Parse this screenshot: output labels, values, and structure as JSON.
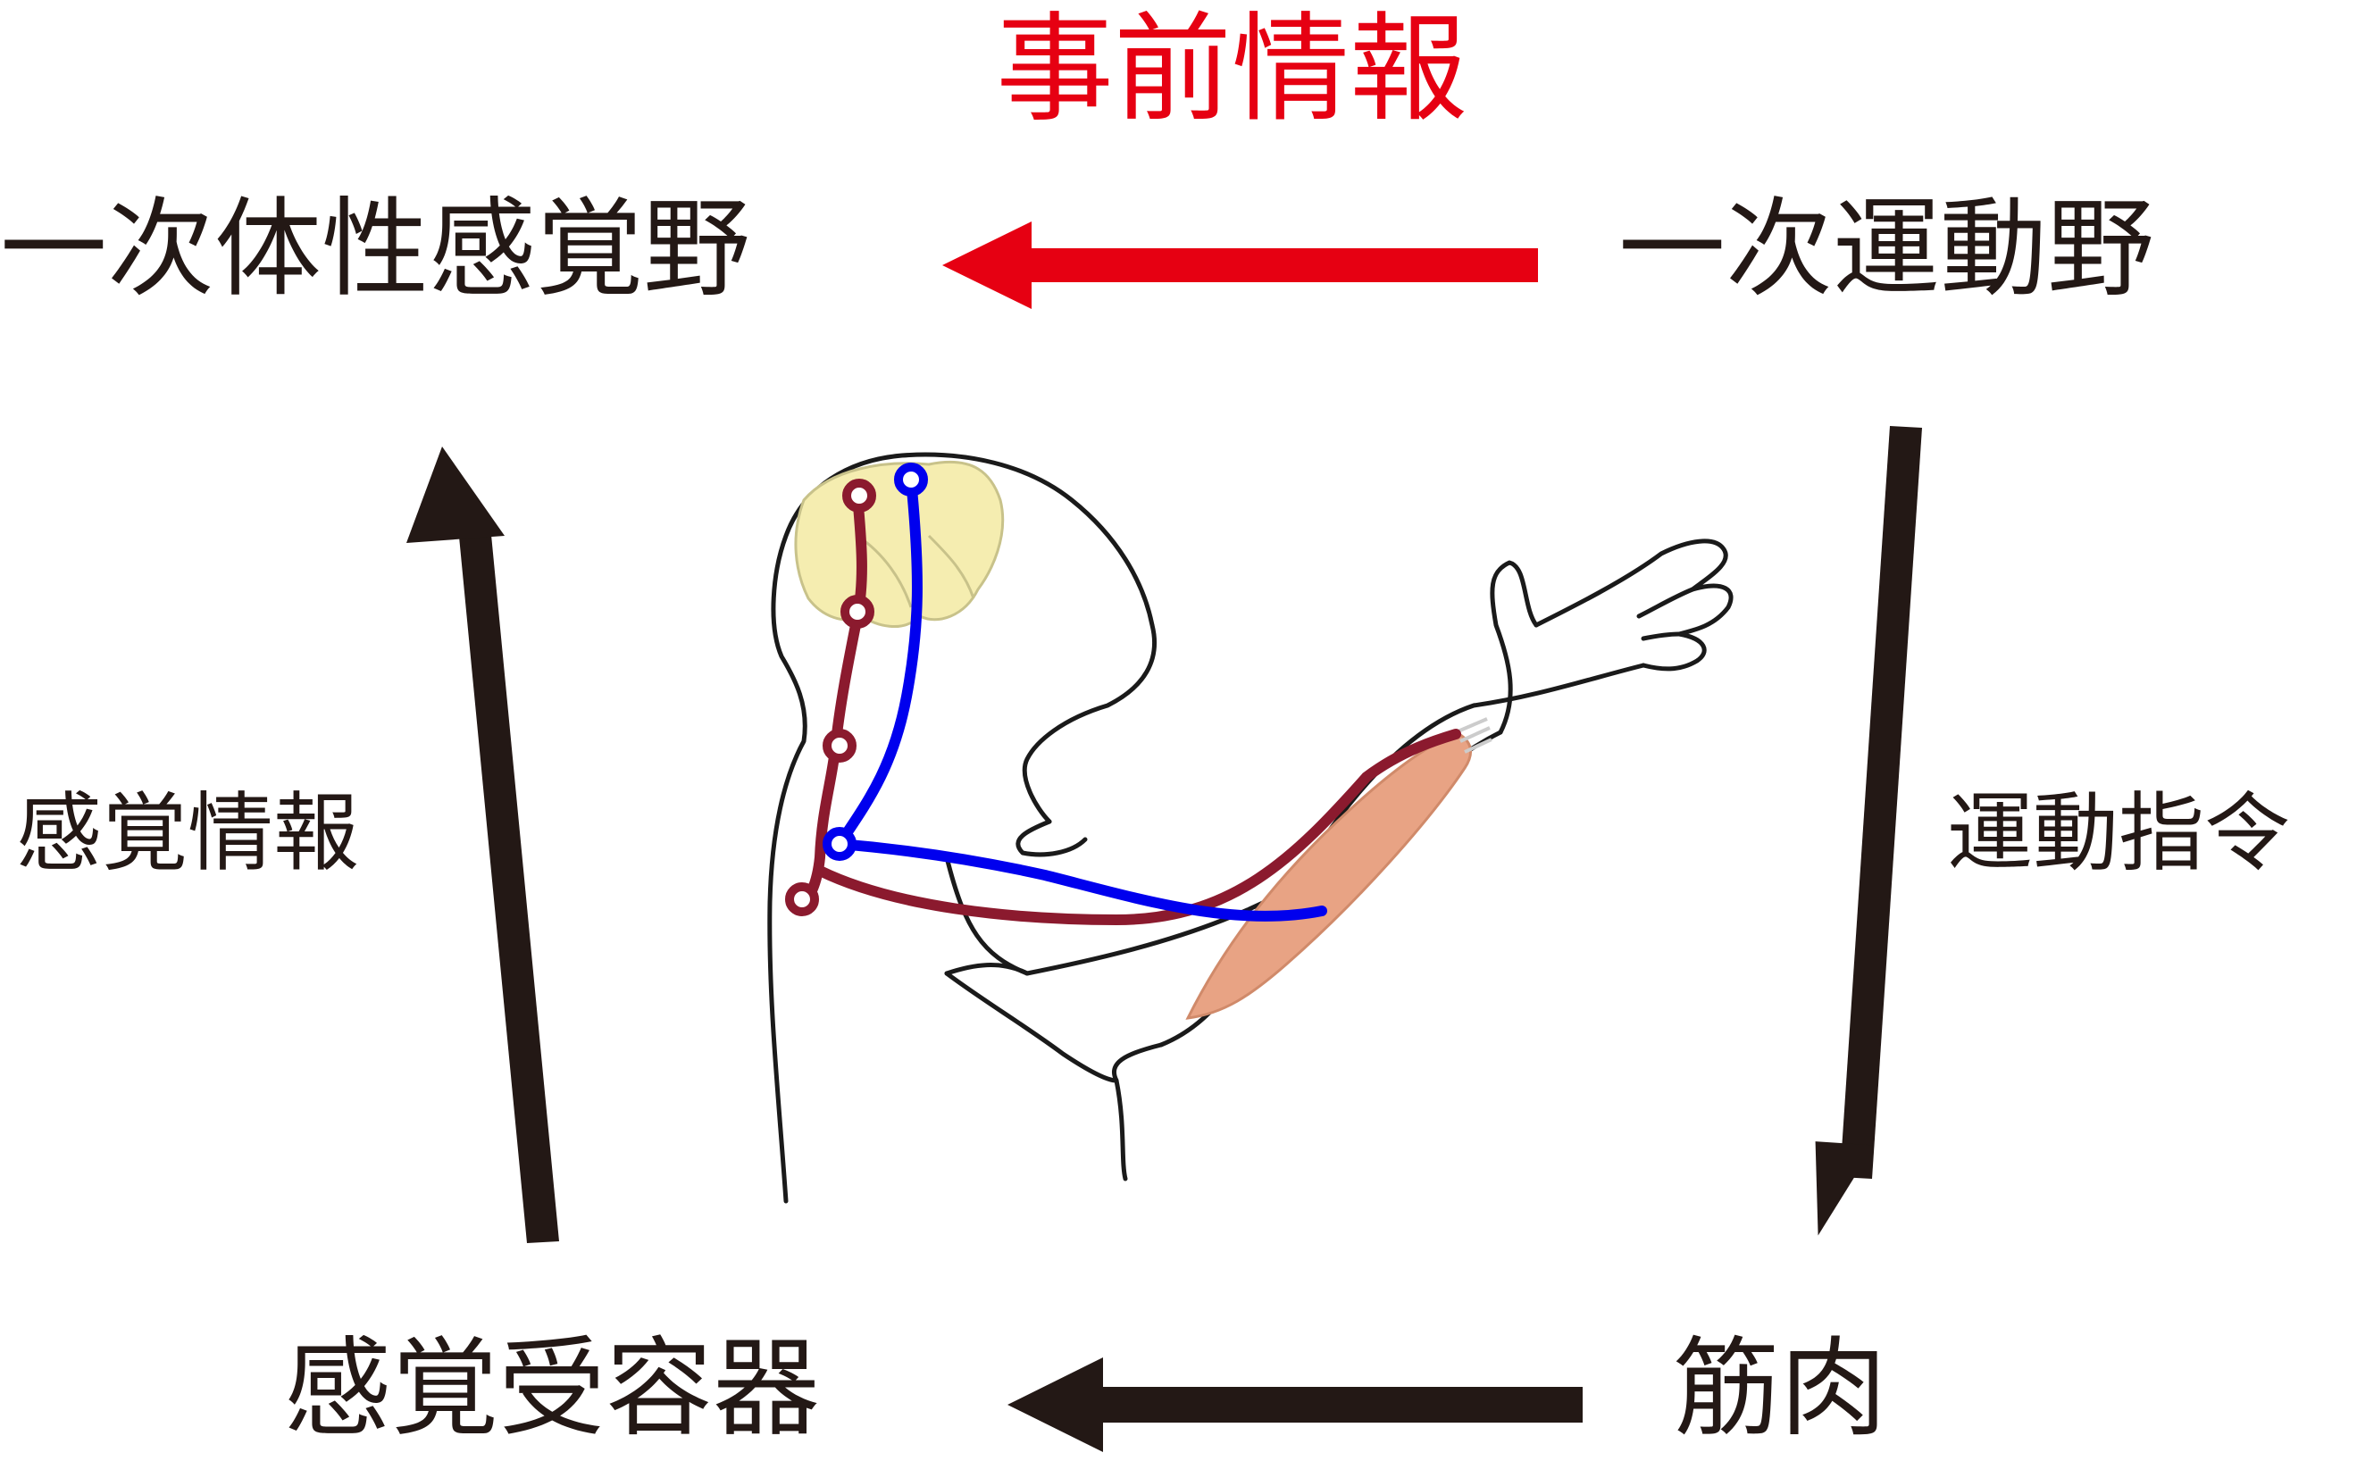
{
  "title": "事前情報",
  "nodes": {
    "s1": "一次体性感覚野",
    "m1": "一次運動野",
    "receptor": "感覚受容器",
    "muscle": "筋肉"
  },
  "edges": {
    "efference_copy": {
      "label": "事前情報",
      "from": "m1",
      "to": "s1"
    },
    "motor_command": {
      "label": "運動指令",
      "from": "m1",
      "to": "muscle"
    },
    "muscle_to_receptor": {
      "label": "",
      "from": "muscle",
      "to": "receptor"
    },
    "sensory_info": {
      "label": "感覚情報",
      "from": "receptor",
      "to": "s1"
    }
  },
  "colors": {
    "accent_red": "#e60012",
    "arrow_dark": "#231815",
    "motor_path": "#0000ee",
    "sensory_path": "#8b1a2e",
    "brain": "#f5edb0",
    "muscle": "#e8a384",
    "outline": "#1a1a1a"
  },
  "icons": [
    "human-figure-illustration",
    "brain-illustration",
    "muscle-illustration"
  ]
}
